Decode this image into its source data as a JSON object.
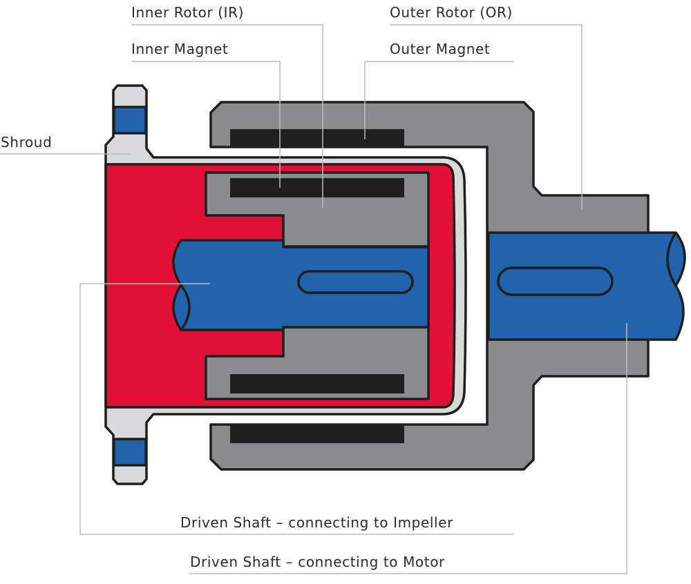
{
  "diagram": {
    "labels": {
      "inner_rotor": "Inner Rotor (IR)",
      "inner_magnet": "Inner Magnet",
      "outer_rotor": "Outer Rotor (OR)",
      "outer_magnet": "Outer Magnet",
      "shroud": "Shroud",
      "driven_shaft_impeller": "Driven Shaft – connecting to Impeller",
      "driven_shaft_motor": "Driven Shaft – connecting to Motor"
    },
    "colors": {
      "shroud": "#d9dadc",
      "inner_rotor": "#8a8b8d",
      "outer_rotor": "#8a8b8d",
      "magnet": "#1f1f1f",
      "shaft": "#2263ad",
      "containment": "#e31037",
      "outline": "#1e1e1e",
      "leader": "#bdbdbd"
    }
  }
}
